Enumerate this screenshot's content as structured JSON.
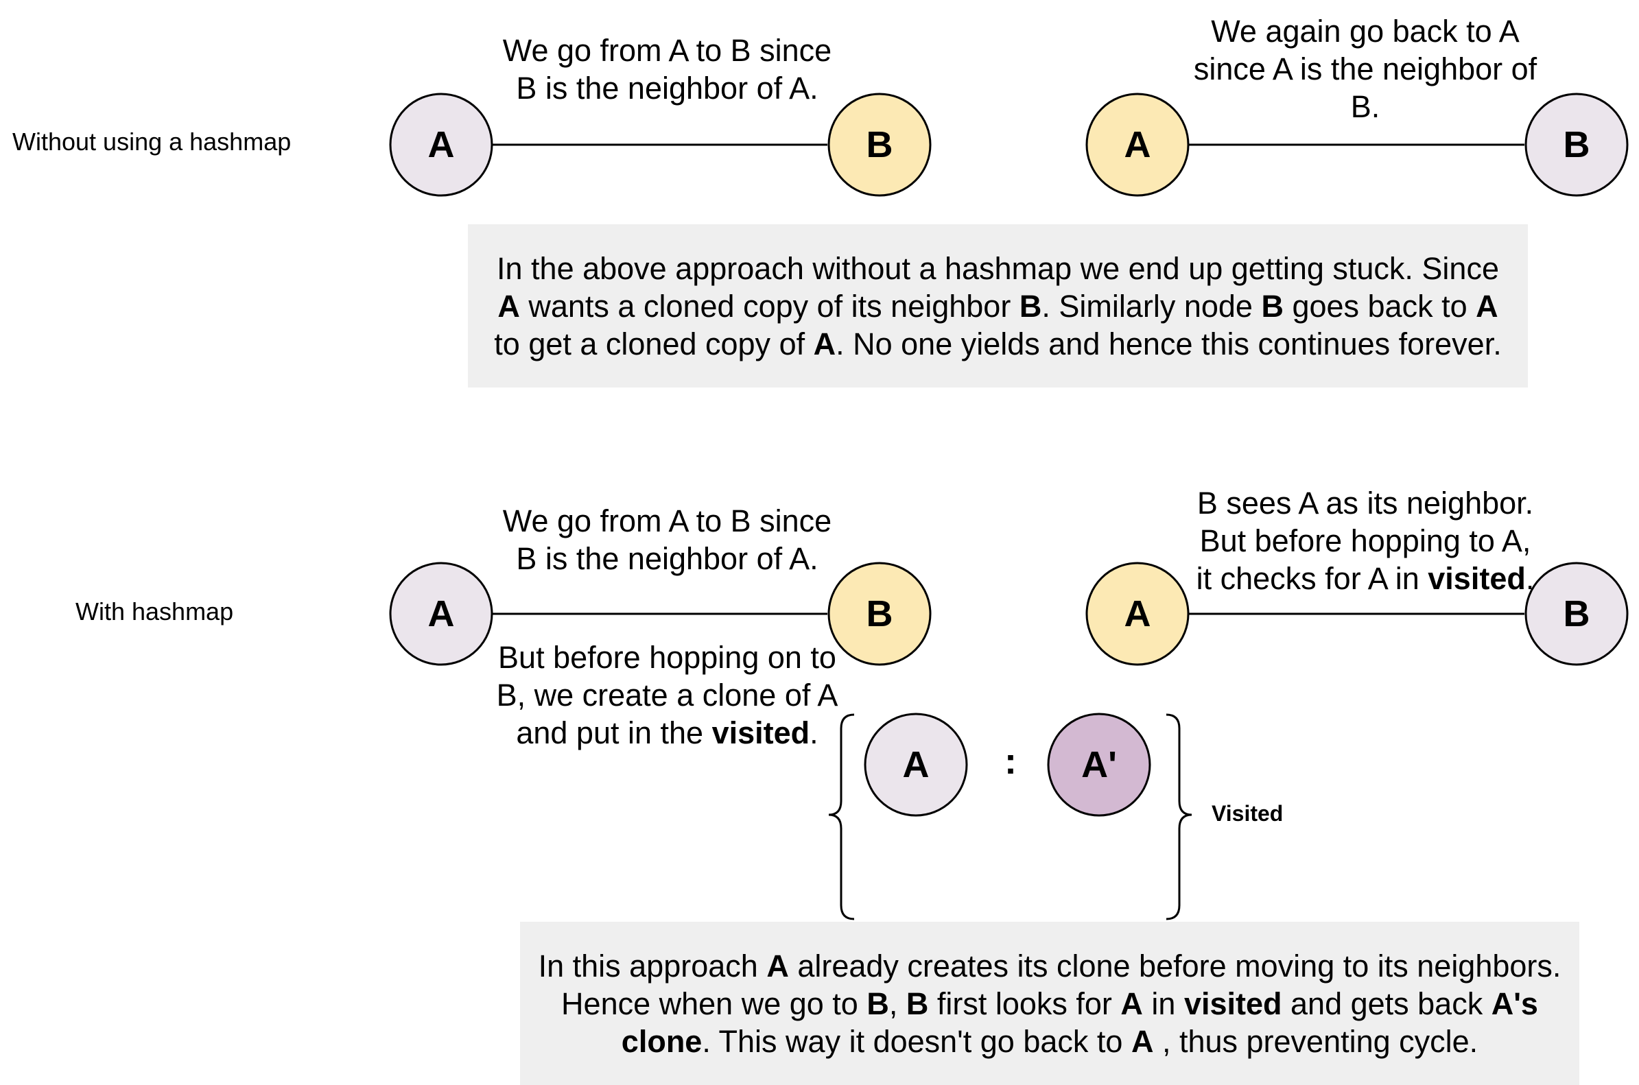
{
  "colors": {
    "node_plain": "#ebe5ec",
    "node_highlight": "#fce9b4",
    "node_clone": "#d3b9d2",
    "note_bg": "#efefef"
  },
  "section1": {
    "label": "Without using a hashmap",
    "step1": {
      "node_a": "A",
      "node_b": "B",
      "caption": [
        "We go from A to B since",
        "B is the neighbor of A."
      ]
    },
    "step2": {
      "node_a": "A",
      "node_b": "B",
      "caption": [
        "We again go back to A",
        "since A is the neighbor of",
        "B."
      ]
    },
    "note": {
      "l1_a": "In the above approach without a hashmap we end up getting stuck. Since",
      "l2_a": "A",
      "l2_b": " wants a cloned copy of its neighbor ",
      "l2_c": "B",
      "l2_d": ". Similarly node ",
      "l2_e": "B",
      "l2_f": " goes back to ",
      "l2_g": "A",
      "l3_a": "to get a cloned copy of ",
      "l3_b": "A",
      "l3_c": ". No one yields and hence this continues forever."
    }
  },
  "section2": {
    "label": "With hashmap",
    "step1": {
      "node_a": "A",
      "node_b": "B",
      "caption": [
        "We go from A to B since",
        "B is the neighbor of A."
      ],
      "below": {
        "l1": "But before hopping on to",
        "l2": "B, we create a clone of A",
        "l3_a": "and put in the ",
        "l3_b": "visited",
        "l3_c": "."
      }
    },
    "step2": {
      "node_a": "A",
      "node_b": "B",
      "caption": {
        "l1": "B sees A as its neighbor.",
        "l2": "But before hopping to A,",
        "l3_a": "it checks for A in ",
        "l3_b": "visited",
        "l3_c": "."
      }
    },
    "visited": {
      "key": "A",
      "separator": ":",
      "value": "A'",
      "label": "Visited"
    },
    "note": {
      "l1_a": "In this approach ",
      "l1_b": "A",
      "l1_c": " already creates its clone before moving to its neighbors.",
      "l2_a": "Hence when we go to ",
      "l2_b": "B",
      "l2_c": ", ",
      "l2_d": "B",
      "l2_e": " first looks for ",
      "l2_f": "A",
      "l2_g": " in ",
      "l2_h": "visited",
      "l2_i": " and gets back ",
      "l2_j": "A's",
      "l3_a": "clone",
      "l3_b": ". This way it doesn't go back to ",
      "l3_c": "A",
      "l3_d": " , thus preventing cycle."
    }
  }
}
